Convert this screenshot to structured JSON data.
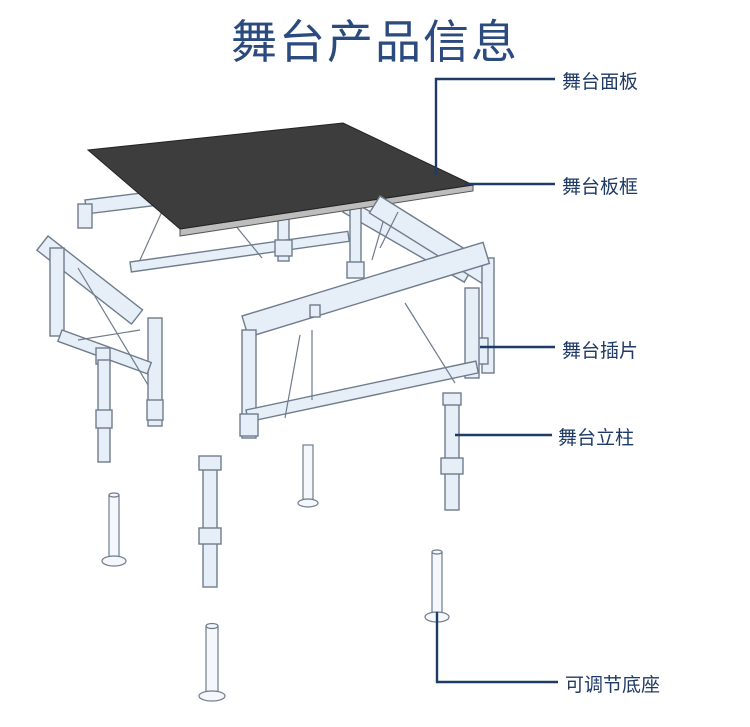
{
  "title": "舞台产品信息",
  "colors": {
    "title": "#2b4a7e",
    "leader_line": "#1f3a66",
    "tube_fill": "#e6eef8",
    "tube_stroke": "#6f7c8c",
    "panel_fill": "#3d3d3d"
  },
  "callouts": [
    {
      "id": "panel",
      "label": "舞台面板"
    },
    {
      "id": "frame",
      "label": "舞台板框"
    },
    {
      "id": "insert",
      "label": "舞台插片"
    },
    {
      "id": "leg",
      "label": "舞台立柱"
    },
    {
      "id": "base",
      "label": "可调节底座"
    }
  ]
}
